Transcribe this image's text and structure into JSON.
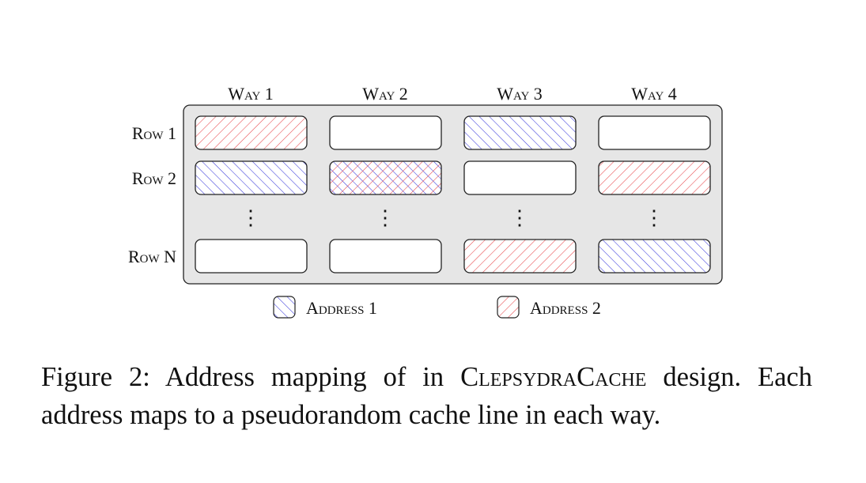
{
  "diagram": {
    "way_headers": [
      "Way 1",
      "Way 2",
      "Way 3",
      "Way 4"
    ],
    "row_labels": [
      "Row 1",
      "Row 2",
      "Row N"
    ],
    "ellipsis": "⋮",
    "cells": [
      [
        "address-2",
        "empty",
        "address-1",
        "empty"
      ],
      [
        "address-1",
        "both",
        "empty",
        "address-2"
      ],
      [
        "empty",
        "empty",
        "address-2",
        "address-1"
      ]
    ],
    "legend": [
      {
        "key": "address-1",
        "label": "Address 1"
      },
      {
        "key": "address-2",
        "label": "Address 2"
      }
    ],
    "colors": {
      "address_1": "#3b3bdc",
      "address_2": "#e8474b",
      "panel": "#e6e6e6",
      "stroke": "#222222"
    }
  },
  "caption": {
    "prefix": "Figure 2: Address mapping of in ",
    "name": "ClepsydraCache",
    "suffix": " design. Each address maps to a pseudorandom cache line in each way."
  }
}
